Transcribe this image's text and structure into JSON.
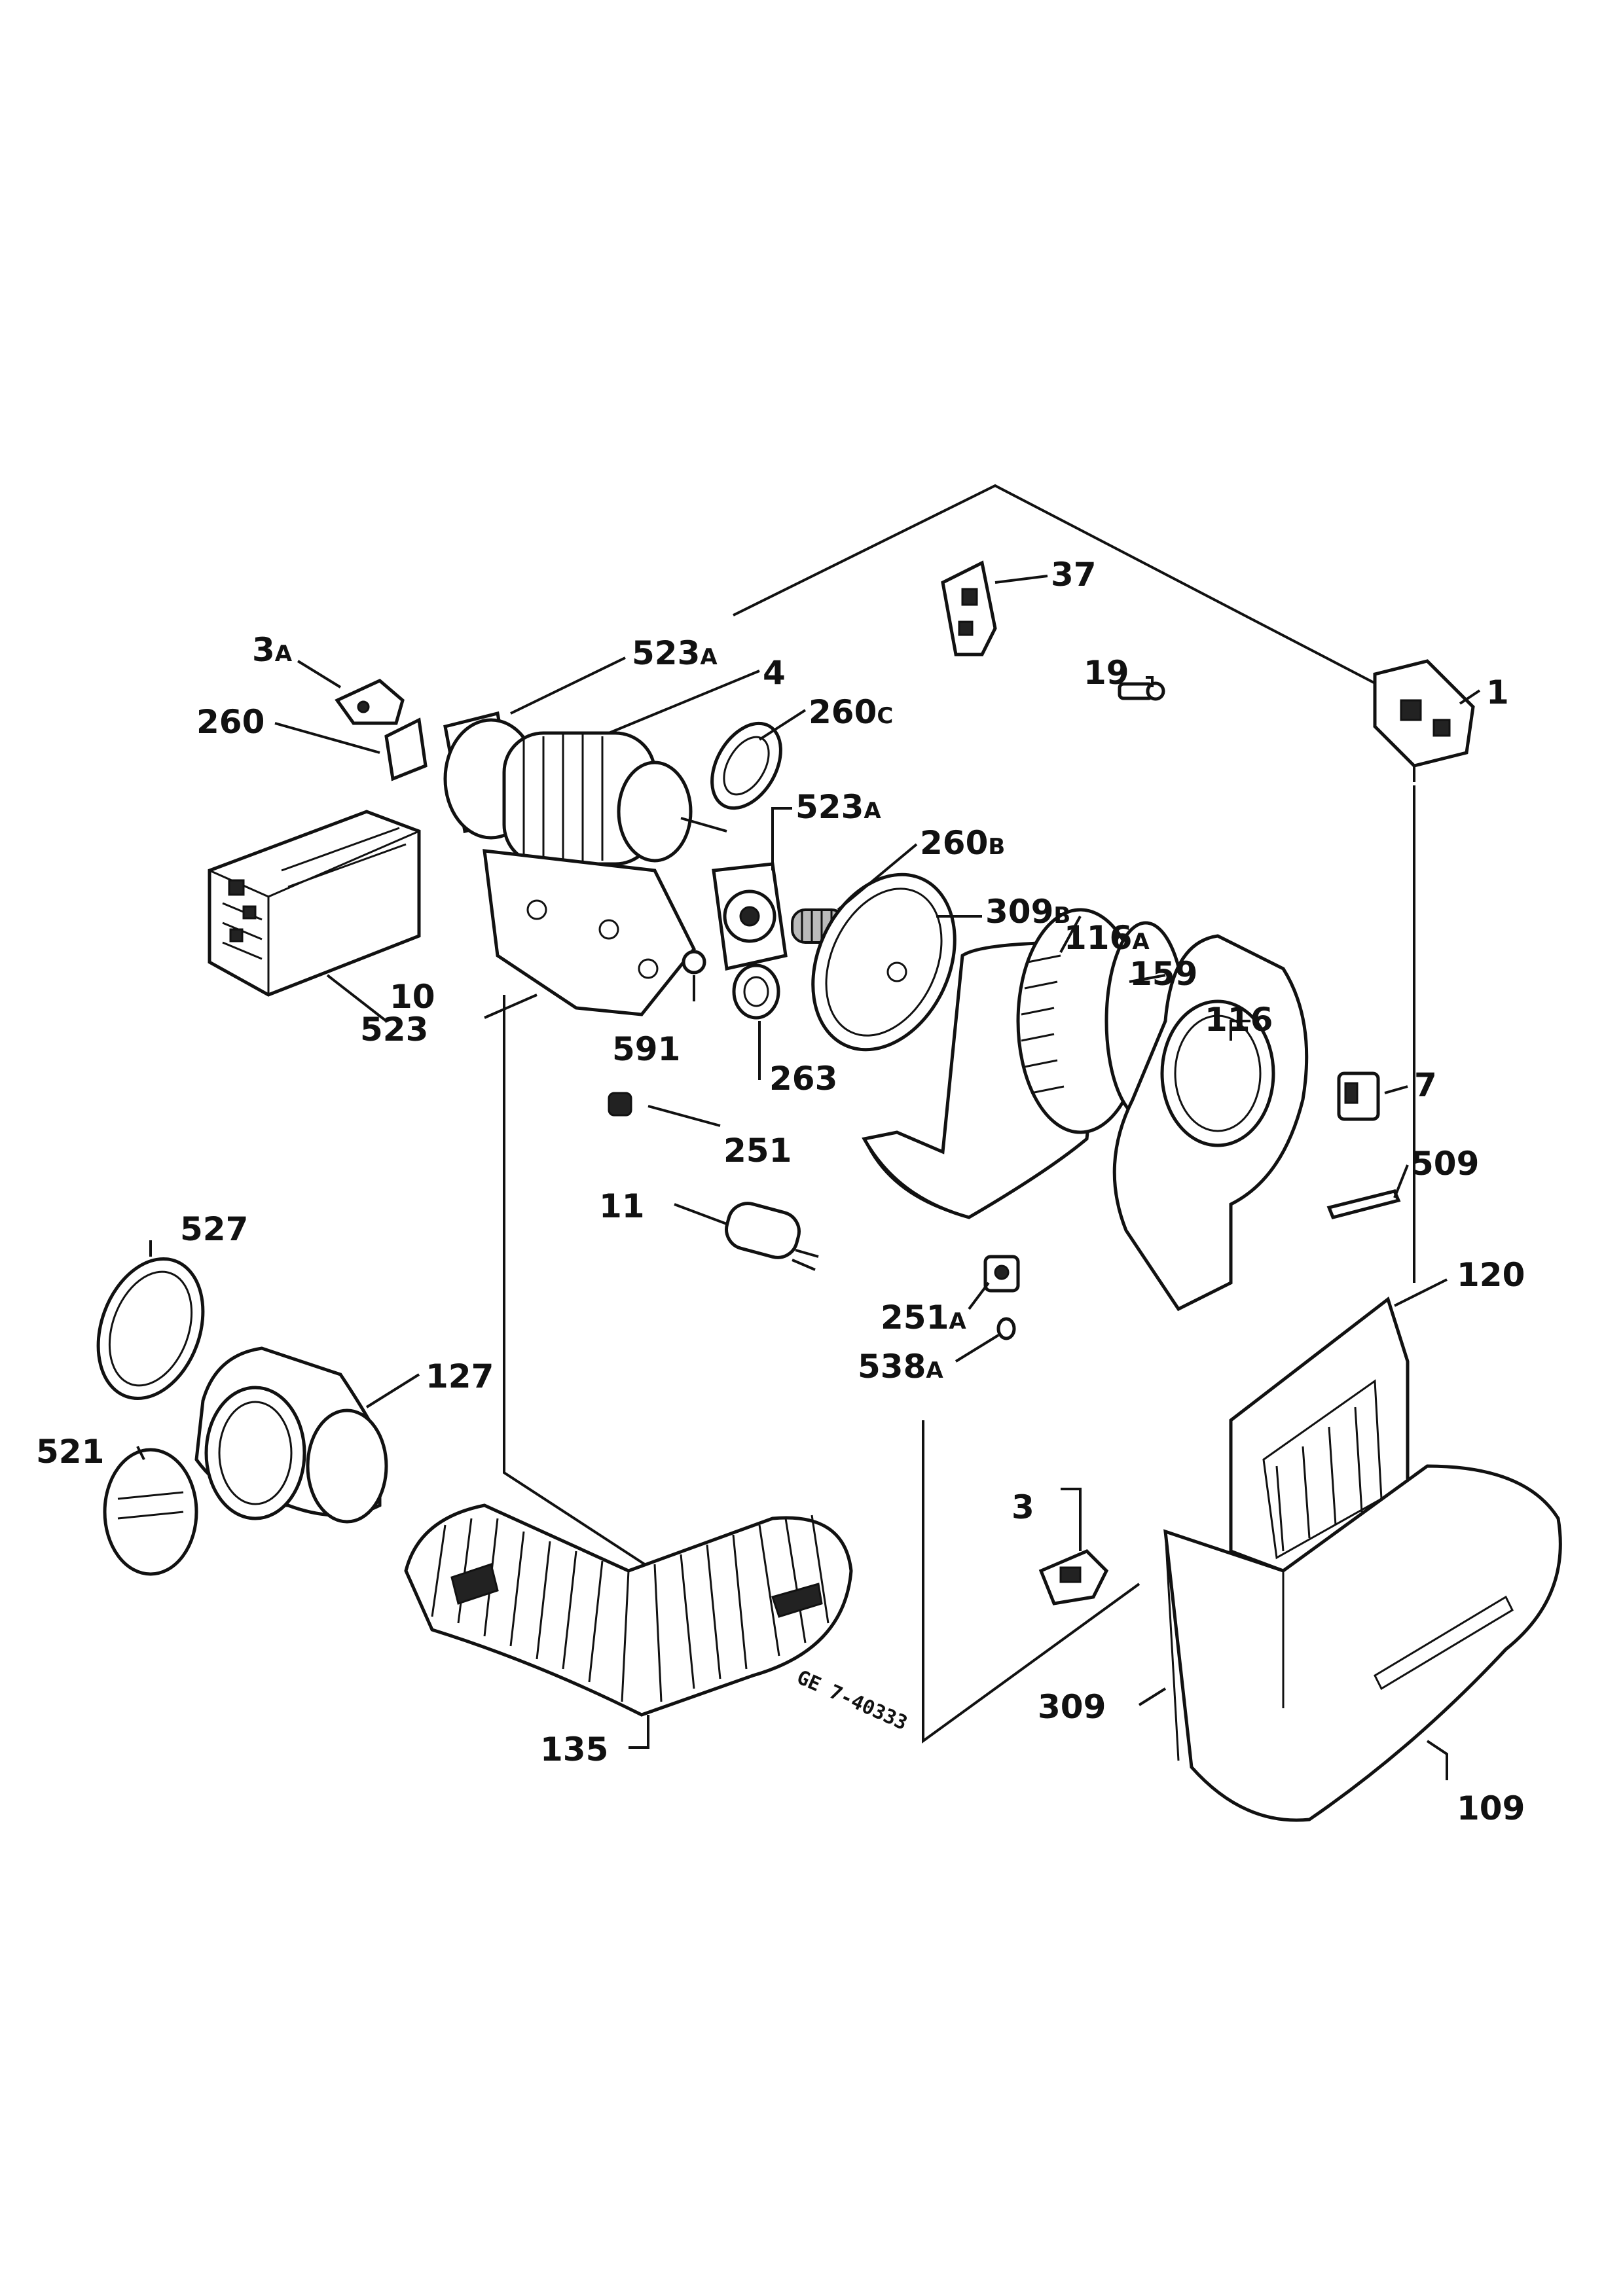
{
  "labels": {
    "l_3a": "3",
    "l_3a_sub": "A",
    "l_260": "260",
    "l_523a_top": "523",
    "l_523a_top_sub": "A",
    "l_4": "4",
    "l_260c": "260",
    "l_260c_sub": "C",
    "l_37": "37",
    "l_19": "19",
    "l_1": "1",
    "l_523a_mid": "523",
    "l_523a_mid_sub": "A",
    "l_260b": "260",
    "l_260b_sub": "B",
    "l_309b": "309",
    "l_309b_sub": "B",
    "l_116a": "116",
    "l_116a_sub": "A",
    "l_159": "159",
    "l_116": "116",
    "l_10": "10",
    "l_523": "523",
    "l_591": "591",
    "l_263": "263",
    "l_251": "251",
    "l_7": "7",
    "l_509": "509",
    "l_11": "11",
    "l_527": "527",
    "l_127": "127",
    "l_120": "120",
    "l_251a": "251",
    "l_251a_sub": "A",
    "l_538a": "538",
    "l_538a_sub": "A",
    "l_521": "521",
    "l_3": "3",
    "l_309": "309",
    "l_135": "135",
    "l_109": "109",
    "drawing_code": "GE 7-40333"
  },
  "colors": {
    "ink": "#111111",
    "paper": "#ffffff"
  }
}
